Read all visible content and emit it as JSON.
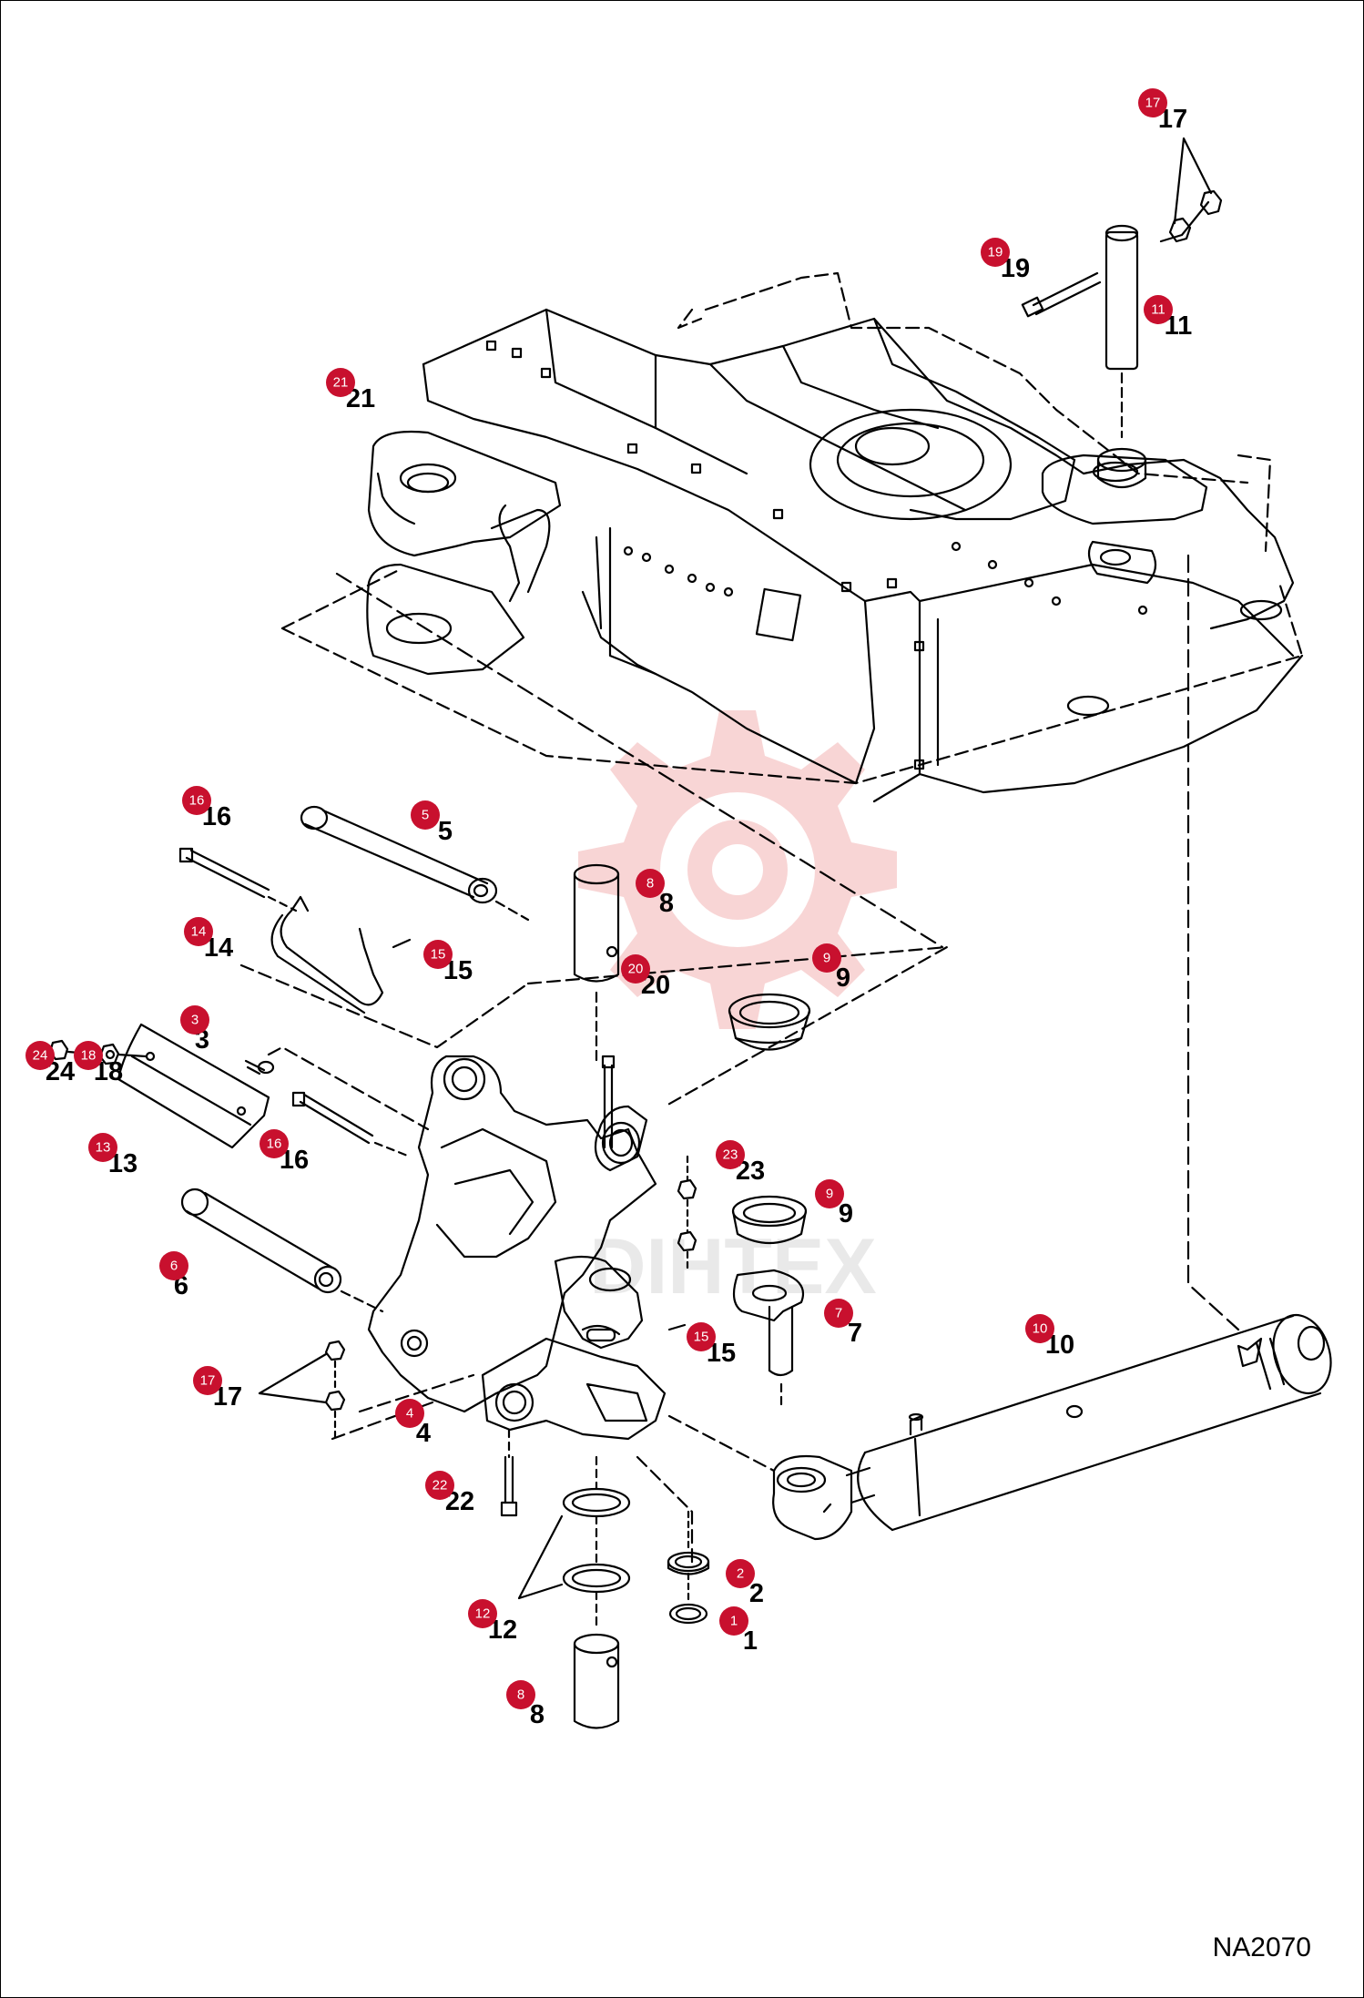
{
  "drawing_id": "NA2070",
  "watermark_text": "DIHTEX",
  "colors": {
    "badge": "#c8102e",
    "watermark": "#f4b4b4",
    "line": "#000000"
  },
  "callouts": [
    {
      "id": "c17a",
      "badge": "17",
      "num": "17"
    },
    {
      "id": "c19",
      "badge": "19",
      "num": "19"
    },
    {
      "id": "c11",
      "badge": "11",
      "num": "11"
    },
    {
      "id": "c21",
      "badge": "21",
      "num": "21"
    },
    {
      "id": "c16a",
      "badge": "16",
      "num": "16"
    },
    {
      "id": "c5",
      "badge": "5",
      "num": "5"
    },
    {
      "id": "c8a",
      "badge": "8",
      "num": "8"
    },
    {
      "id": "c14",
      "badge": "14",
      "num": "14"
    },
    {
      "id": "c15a",
      "badge": "15",
      "num": "15"
    },
    {
      "id": "c20",
      "badge": "20",
      "num": "20"
    },
    {
      "id": "c9a",
      "badge": "9",
      "num": "9"
    },
    {
      "id": "c24",
      "badge": "24",
      "num": "24"
    },
    {
      "id": "c18",
      "badge": "18",
      "num": "18"
    },
    {
      "id": "c3",
      "badge": "3",
      "num": "3"
    },
    {
      "id": "c13",
      "badge": "13",
      "num": "13"
    },
    {
      "id": "c16b",
      "badge": "16",
      "num": "16"
    },
    {
      "id": "c23",
      "badge": "23",
      "num": "23"
    },
    {
      "id": "c9b",
      "badge": "9",
      "num": "9"
    },
    {
      "id": "c6",
      "badge": "6",
      "num": "6"
    },
    {
      "id": "c7",
      "badge": "7",
      "num": "7"
    },
    {
      "id": "c15b",
      "badge": "15",
      "num": "15"
    },
    {
      "id": "c10",
      "badge": "10",
      "num": "10"
    },
    {
      "id": "c17b",
      "badge": "17",
      "num": "17"
    },
    {
      "id": "c4",
      "badge": "4",
      "num": "4"
    },
    {
      "id": "c22",
      "badge": "22",
      "num": "22"
    },
    {
      "id": "c2",
      "badge": "2",
      "num": "2"
    },
    {
      "id": "c12",
      "badge": "12",
      "num": "12"
    },
    {
      "id": "c1",
      "badge": "1",
      "num": "1"
    },
    {
      "id": "c8b",
      "badge": "8",
      "num": "8"
    }
  ]
}
